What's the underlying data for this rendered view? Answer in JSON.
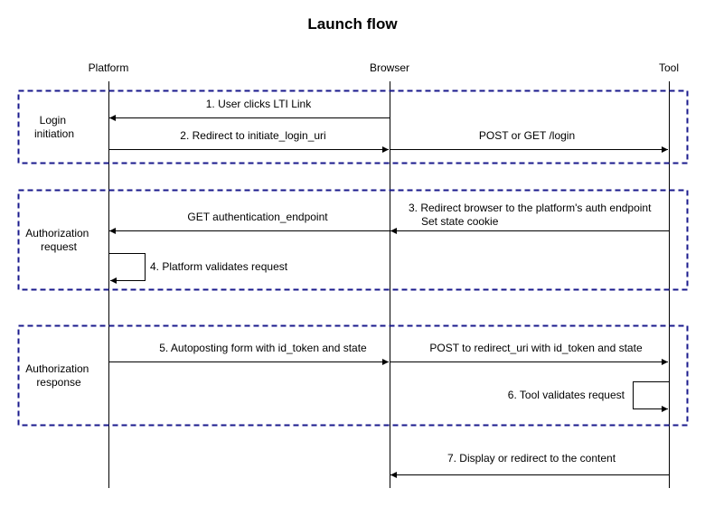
{
  "title": "Launch flow",
  "actors": [
    {
      "id": "platform",
      "label": "Platform"
    },
    {
      "id": "browser",
      "label": "Browser"
    },
    {
      "id": "tool",
      "label": "Tool"
    }
  ],
  "groups": [
    {
      "label_lines": [
        "Login",
        "initiation"
      ]
    },
    {
      "label_lines": [
        "Authorization",
        "request"
      ]
    },
    {
      "label_lines": [
        "Authorization",
        "response"
      ]
    }
  ],
  "messages": [
    {
      "from": "browser",
      "to": "platform",
      "text": "1. User clicks LTI Link"
    },
    {
      "from": "platform",
      "to": "browser",
      "text": "2. Redirect to initiate_login_uri"
    },
    {
      "from": "browser",
      "to": "tool",
      "text": "POST or GET /login"
    },
    {
      "from": "tool",
      "to": "browser",
      "text_lines": [
        "3. Redirect browser to the platform's auth endpoint",
        "Set state cookie"
      ]
    },
    {
      "from": "browser",
      "to": "platform",
      "text": "GET authentication_endpoint"
    },
    {
      "from": "platform",
      "to": "platform",
      "text": "4. Platform validates request"
    },
    {
      "from": "platform",
      "to": "browser",
      "text": "5. Autoposting form with id_token and state"
    },
    {
      "from": "browser",
      "to": "tool",
      "text": "POST to redirect_uri with id_token and state"
    },
    {
      "from": "tool",
      "to": "tool",
      "text": "6. Tool validates request"
    },
    {
      "from": "tool",
      "to": "browser",
      "text": "7. Display or redirect to the content"
    }
  ],
  "colors": {
    "group_border": "#1a1a8c",
    "line": "#000000",
    "text": "#000000"
  }
}
